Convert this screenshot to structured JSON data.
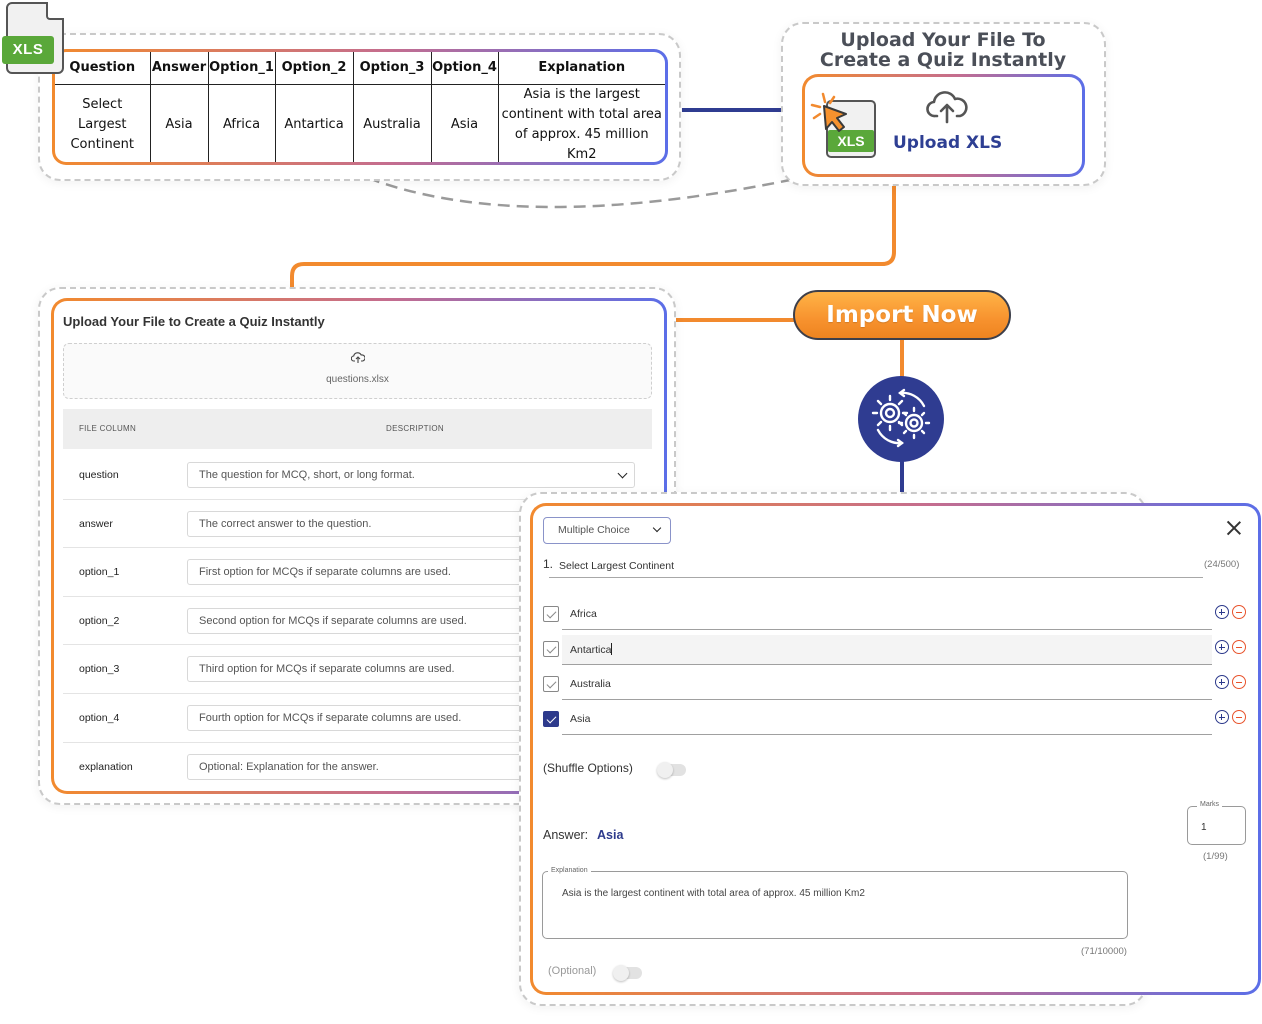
{
  "spreadsheet": {
    "file_badge": "XLS",
    "headers": [
      "Question",
      "Answer",
      "Option_1",
      "Option_2",
      "Option_3",
      "Option_4",
      "Explanation"
    ],
    "row": [
      "Select Largest Continent",
      "Asia",
      "Africa",
      "Antartica",
      "Australia",
      "Asia",
      "Asia is the largest continent with total area of approx. 45 million Km2"
    ]
  },
  "upload_card": {
    "title_line1": "Upload Your File To",
    "title_line2": "Create a Quiz Instantly",
    "file_badge": "XLS",
    "button_label": "Upload XLS"
  },
  "import_button": {
    "label": "Import Now"
  },
  "import_card": {
    "title": "Upload Your File to Create a Quiz Instantly",
    "file_name": "questions.xlsx",
    "col_header": "FILE COLUMN",
    "desc_header": "DESCRIPTION",
    "rows": [
      {
        "column": "question",
        "description": "The question for MCQ, short, or long format."
      },
      {
        "column": "answer",
        "description": "The correct answer to the question."
      },
      {
        "column": "option_1",
        "description": "First option for MCQs if separate columns are used."
      },
      {
        "column": "option_2",
        "description": "Second option for MCQs if separate columns are used."
      },
      {
        "column": "option_3",
        "description": "Third option for MCQs if separate columns are used."
      },
      {
        "column": "option_4",
        "description": "Fourth option for MCQs if separate columns are used."
      },
      {
        "column": "explanation",
        "description": "Optional: Explanation for the answer."
      }
    ]
  },
  "question_editor": {
    "type": "Multiple Choice",
    "number": "1.",
    "question": "Select Largest Continent",
    "question_counter": "(24/500)",
    "options": [
      {
        "label": "Africa",
        "checked": false
      },
      {
        "label": "Antartica",
        "checked": false
      },
      {
        "label": "Australia",
        "checked": false
      },
      {
        "label": "Asia",
        "checked": true
      }
    ],
    "shuffle_label": "(Shuffle Options)",
    "answer_label": "Answer:",
    "answer_value": "Asia",
    "marks_label": "Marks",
    "marks_value": "1",
    "marks_counter": "(1/99)",
    "explanation_label": "Explanation",
    "explanation_text": "Asia is the largest continent with total area of approx. 45 million Km2",
    "explanation_counter": "(71/10000)",
    "optional_label": "(Optional)"
  },
  "colors": {
    "orange": "#f28a2e",
    "navy": "#2f3c91",
    "blue_border": "#5b6ee8",
    "checkbox_checked": "#2d3a8c",
    "minus_red": "#e8532c",
    "xls_green": "#5aa83a"
  }
}
